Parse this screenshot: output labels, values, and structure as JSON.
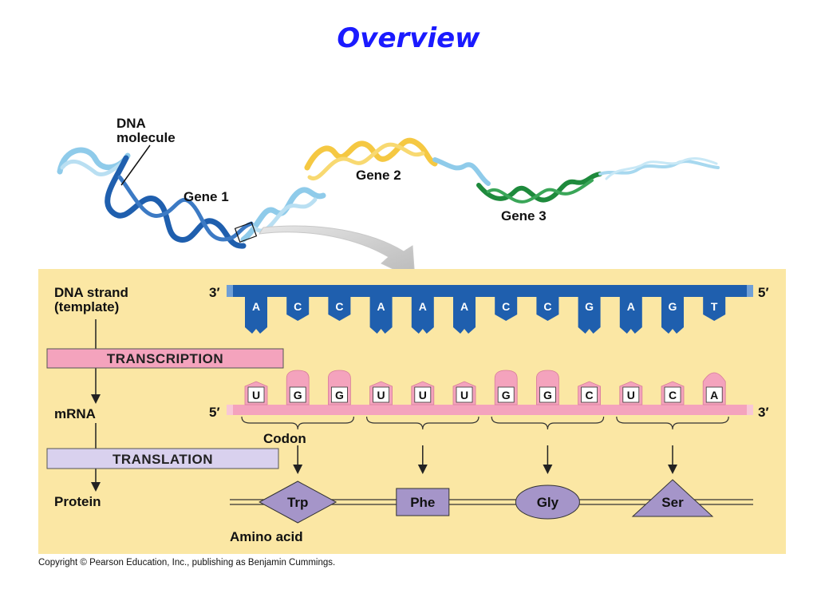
{
  "title": "Overview",
  "dna_labels": {
    "molecule": [
      "DNA",
      "molecule"
    ],
    "gene1": "Gene 1",
    "gene2": "Gene 2",
    "gene3": "Gene 3"
  },
  "left_labels": {
    "dna_strand": [
      "DNA strand",
      "(template)"
    ],
    "mrna": "mRNA",
    "protein": "Protein"
  },
  "steps": {
    "transcription": "TRANSCRIPTION",
    "translation": "TRANSLATION"
  },
  "ends": {
    "dna_left": "3′",
    "dna_right": "5′",
    "mrna_left": "5′",
    "mrna_right": "3′"
  },
  "dna_bases": [
    "A",
    "C",
    "C",
    "A",
    "A",
    "A",
    "C",
    "C",
    "G",
    "A",
    "G",
    "T"
  ],
  "mrna_bases": [
    "U",
    "G",
    "G",
    "U",
    "U",
    "U",
    "G",
    "G",
    "C",
    "U",
    "C",
    "A"
  ],
  "codon_label": "Codon",
  "amino_acids": [
    {
      "name": "Trp",
      "shape": "diamond"
    },
    {
      "name": "Phe",
      "shape": "rectangle"
    },
    {
      "name": "Gly",
      "shape": "ellipse"
    },
    {
      "name": "Ser",
      "shape": "triangle"
    }
  ],
  "amino_acid_label": "Amino acid",
  "copyright": "Copyright © Pearson Education, Inc., publishing as Benjamin Cummings.",
  "colors": {
    "title": "#1a1aff",
    "panel": "#fbe7a4",
    "dna_blue": "#1f5fae",
    "dna_light": "#8fcbea",
    "gene2_yellow": "#f5c842",
    "gene3_green": "#1e8a3c",
    "mrna_pink": "#f4a3bd",
    "step_transcription": "#f4a3bd",
    "step_translation": "#d9d1ee",
    "protein_purple": "#a595c9"
  }
}
